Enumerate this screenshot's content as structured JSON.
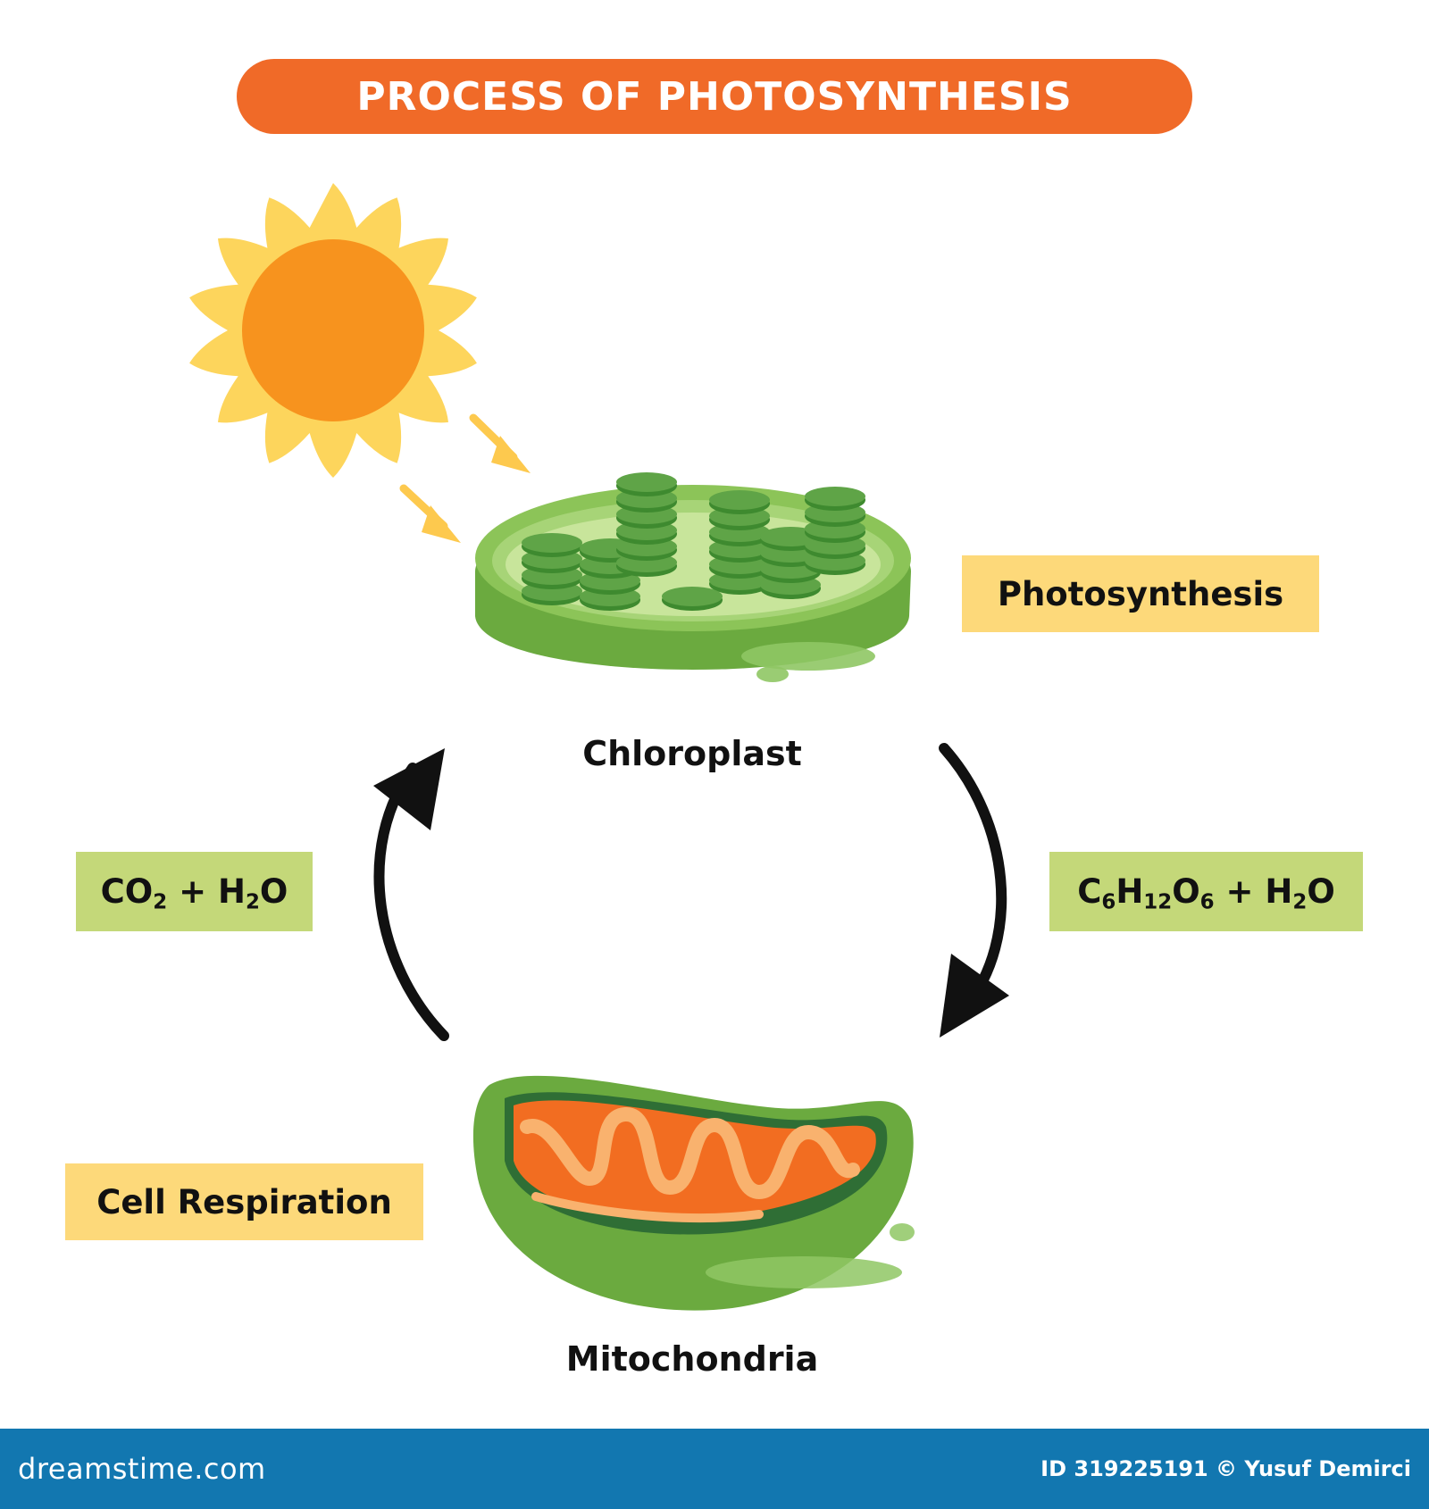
{
  "title": "PROCESS OF PHOTOSYNTHESIS",
  "organelles": {
    "chloroplast": "Chloroplast",
    "mitochondria": "Mitochondria"
  },
  "processes": {
    "photosynthesis": "Photosynthesis",
    "cell_respiration": "Cell Respiration"
  },
  "formulas": {
    "inputs": [
      {
        "t": "CO",
        "s": "2"
      },
      {
        "t": " + H",
        "s": "2"
      },
      {
        "t": "O"
      }
    ],
    "outputs": [
      {
        "t": "C",
        "s": "6"
      },
      {
        "t": "H",
        "s": "12"
      },
      {
        "t": "O",
        "s": "6"
      },
      {
        "t": " + H",
        "s": "2"
      },
      {
        "t": "O"
      }
    ]
  },
  "footer": {
    "brand": "dreamstime.com",
    "credit": "ID 319225191 © Yusuf Demirci"
  },
  "icons": {
    "sun": "sun-icon",
    "sun_rays": "sunlight-arrow-icon",
    "chloroplast": "chloroplast-illustration",
    "mitochondria": "mitochondria-illustration",
    "cycle_arrows": "curved-arrow-icon"
  },
  "colors": {
    "title_banner": "#F06A28",
    "sun_core": "#F7931E",
    "sun_rays": "#FDD55C",
    "chloroplast_green": "#6BAA3F",
    "mitochondria_inner": "#F26D21",
    "formula_box": "#C4D879",
    "process_box": "#FDD97A",
    "footer_bar": "#1277B0"
  }
}
